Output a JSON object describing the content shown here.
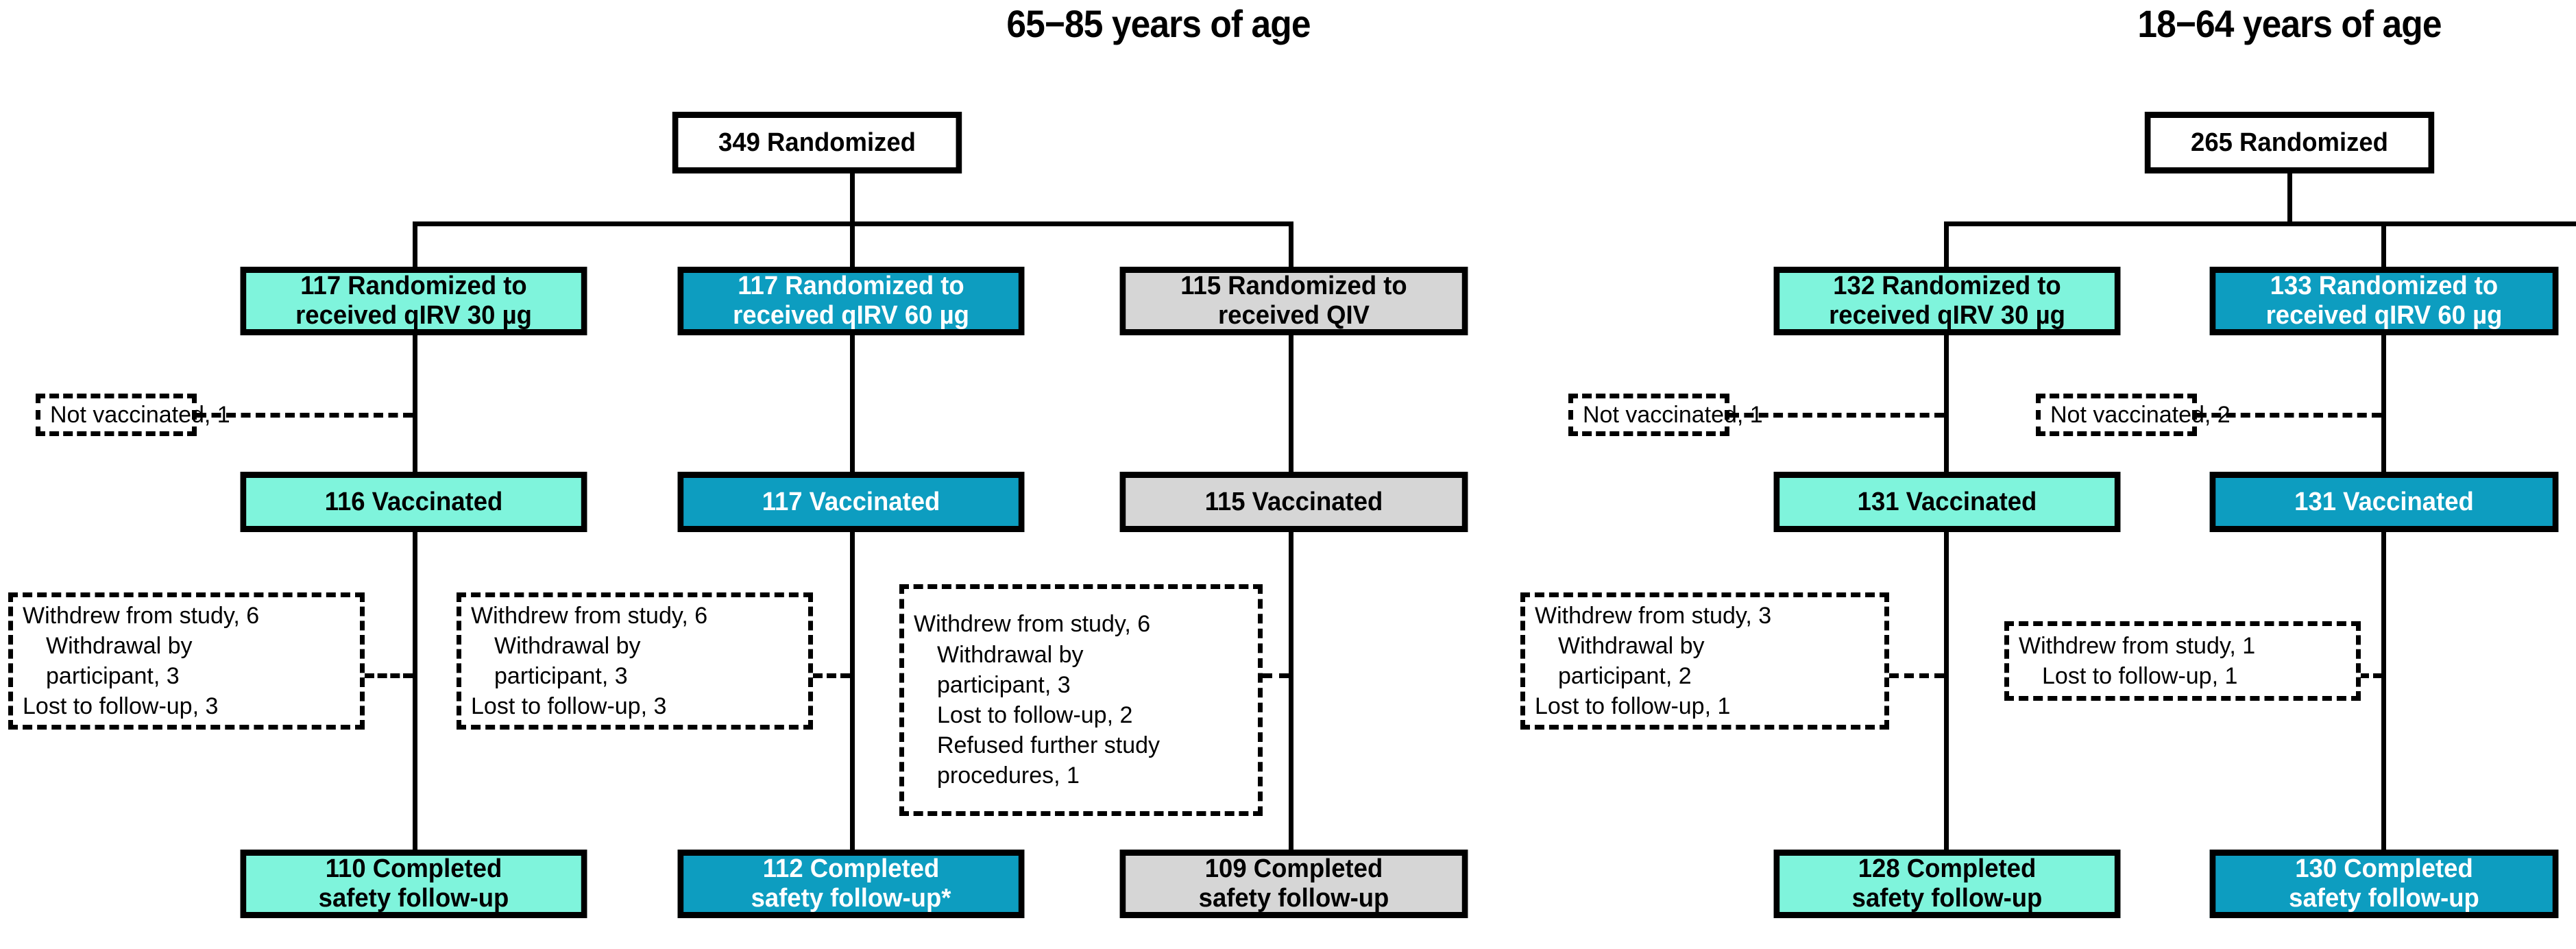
{
  "figure": {
    "type": "consort-flow-diagram",
    "panels": [
      {
        "id": "older",
        "title": "65−85 years of age",
        "top_box": {
          "label": "349 Randomized",
          "style": "white"
        },
        "arms": [
          {
            "id": "qirv30",
            "style": "mint",
            "randomized": "117 Randomized to\nreceived qIRV 30 µg",
            "randomized_line1": "117 Randomized to",
            "randomized_line2": "received qIRV 30 µg",
            "not_vaccinated": "Not vaccinated, 1",
            "vaccinated": "116 Vaccinated",
            "withdrawals": [
              "Withdrew from study, 6",
              "Withdrawal by",
              "participant, 3",
              "Lost to follow-up, 3"
            ],
            "completed_line1": "110 Completed",
            "completed_line2": "safety follow-up"
          },
          {
            "id": "qirv60",
            "style": "teal",
            "randomized_line1": "117 Randomized to",
            "randomized_line2": "received qIRV 60 µg",
            "not_vaccinated": null,
            "vaccinated": "117 Vaccinated",
            "withdrawals": [
              "Withdrew from study, 6",
              "Withdrawal by",
              "participant, 3",
              "Lost to follow-up, 3"
            ],
            "completed_line1": "112 Completed",
            "completed_line2": "safety follow-up*"
          },
          {
            "id": "qiv",
            "style": "gray",
            "randomized_line1": "115 Randomized to",
            "randomized_line2": "received QIV",
            "not_vaccinated": null,
            "vaccinated": "115 Vaccinated",
            "withdrawals": [
              "Withdrew from study, 6",
              "Withdrawal by",
              "participant, 3",
              "Lost to follow-up, 2",
              "Refused further study",
              "procedures, 1"
            ],
            "completed_line1": "109 Completed",
            "completed_line2": "safety follow-up"
          }
        ]
      },
      {
        "id": "younger",
        "title": "18−64 years of age",
        "top_box": {
          "label": "265 Randomized",
          "style": "white"
        },
        "arms": [
          {
            "id": "qirv30",
            "style": "mint",
            "randomized_line1": "132 Randomized to",
            "randomized_line2": "received qIRV 30 µg",
            "not_vaccinated": "Not vaccinated, 1",
            "vaccinated": "131 Vaccinated",
            "withdrawals": [
              "Withdrew from study, 3",
              "Withdrawal by",
              "participant, 2",
              "Lost to follow-up, 1"
            ],
            "completed_line1": "128 Completed",
            "completed_line2": "safety follow-up"
          },
          {
            "id": "qirv60",
            "style": "teal",
            "randomized_line1": "133 Randomized to",
            "randomized_line2": "received qIRV 60 µg",
            "not_vaccinated": "Not vaccinated, 2",
            "vaccinated": "131 Vaccinated",
            "withdrawals": [
              "Withdrew from study, 1",
              "Lost to follow-up, 1"
            ],
            "completed_line1": "130 Completed",
            "completed_line2": "safety follow-up"
          }
        ]
      }
    ],
    "colors": {
      "mint": "#7FF4DC",
      "teal": "#0D9DC0",
      "gray": "#D6D6D6",
      "white": "#FFFFFF",
      "line": "#000000"
    }
  },
  "left": {
    "title": "65−85 years of age",
    "top": "349 Randomized",
    "a1_r1": "117 Randomized to",
    "a1_r2": "received qIRV 30 µg",
    "a1_nv": "Not vaccinated, 1",
    "a1_vac": "116 Vaccinated",
    "a1_w1": "Withdrew from study, 6",
    "a1_w2": "Withdrawal by",
    "a1_w3": "participant, 3",
    "a1_w4": "Lost to follow-up, 3",
    "a1_c1": "110 Completed",
    "a1_c2": "safety follow-up",
    "a2_r1": "117 Randomized to",
    "a2_r2": "received qIRV 60 µg",
    "a2_vac": "117 Vaccinated",
    "a2_w1": "Withdrew from study, 6",
    "a2_w2": "Withdrawal by",
    "a2_w3": "participant, 3",
    "a2_w4": "Lost to follow-up, 3",
    "a2_c1": "112 Completed",
    "a2_c2": "safety follow-up*",
    "a3_r1": "115 Randomized to",
    "a3_r2": "received QIV",
    "a3_vac": "115 Vaccinated",
    "a3_w1": "Withdrew from study, 6",
    "a3_w2": "Withdrawal by",
    "a3_w3": "participant, 3",
    "a3_w4": "Lost to follow-up, 2",
    "a3_w5": "Refused further study",
    "a3_w6": "procedures, 1",
    "a3_c1": "109 Completed",
    "a3_c2": "safety follow-up"
  },
  "right": {
    "title": "18−64 years of age",
    "top": "265 Randomized",
    "b1_r1": "132 Randomized to",
    "b1_r2": "received qIRV 30 µg",
    "b1_nv": "Not vaccinated, 1",
    "b1_vac": "131 Vaccinated",
    "b1_w1": "Withdrew from study, 3",
    "b1_w2": "Withdrawal by",
    "b1_w3": "participant, 2",
    "b1_w4": "Lost to follow-up, 1",
    "b1_c1": "128 Completed",
    "b1_c2": "safety follow-up",
    "b2_r1": "133 Randomized to",
    "b2_r2": "received qIRV 60 µg",
    "b2_nv": "Not vaccinated, 2",
    "b2_vac": "131 Vaccinated",
    "b2_w1": "Withdrew from study, 1",
    "b2_w2": "Lost to follow-up, 1",
    "b2_c1": "130 Completed",
    "b2_c2": "safety follow-up"
  }
}
